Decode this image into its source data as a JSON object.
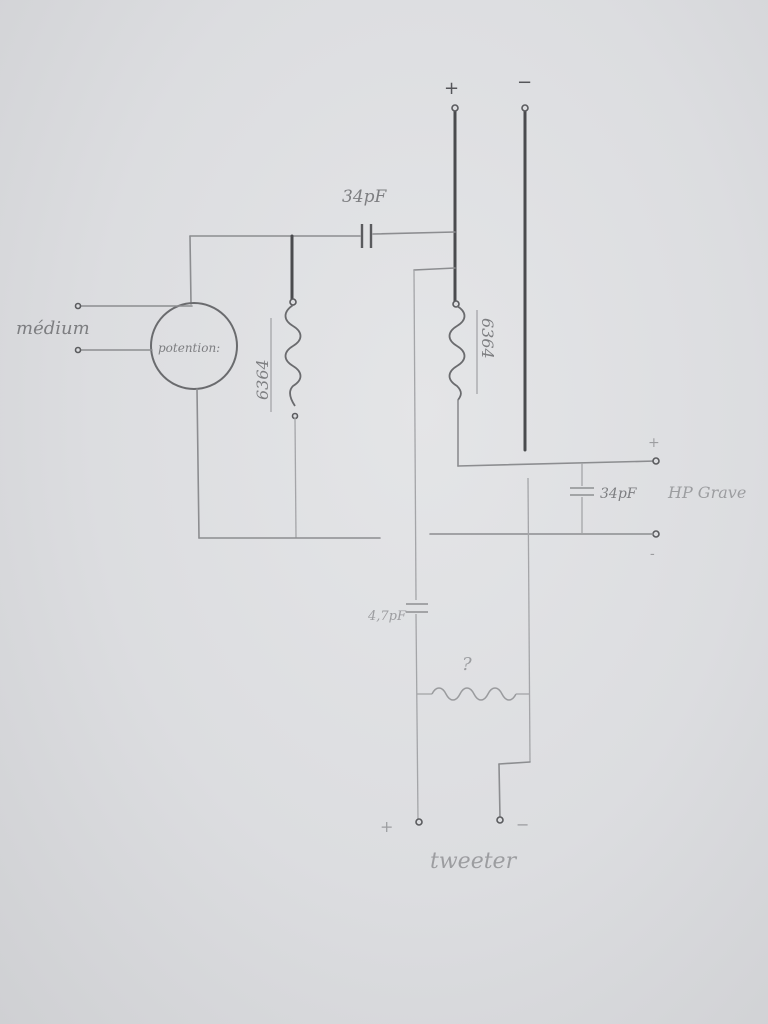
{
  "diagram": {
    "labels": {
      "medium": "médium",
      "potentiometer": "potention:",
      "cap_top": "34pF",
      "cap_grave": "34pF",
      "cap_tweeter": "4,7pF",
      "coil_left": "6364",
      "coil_right": "6364",
      "hp_grave": "HP Grave",
      "tweeter": "tweeter",
      "question": "?",
      "plus_top": "+",
      "minus_top": "−",
      "plus_grave": "+",
      "minus_grave": "-",
      "plus_tweeter": "+",
      "minus_tweeter": "−"
    }
  }
}
